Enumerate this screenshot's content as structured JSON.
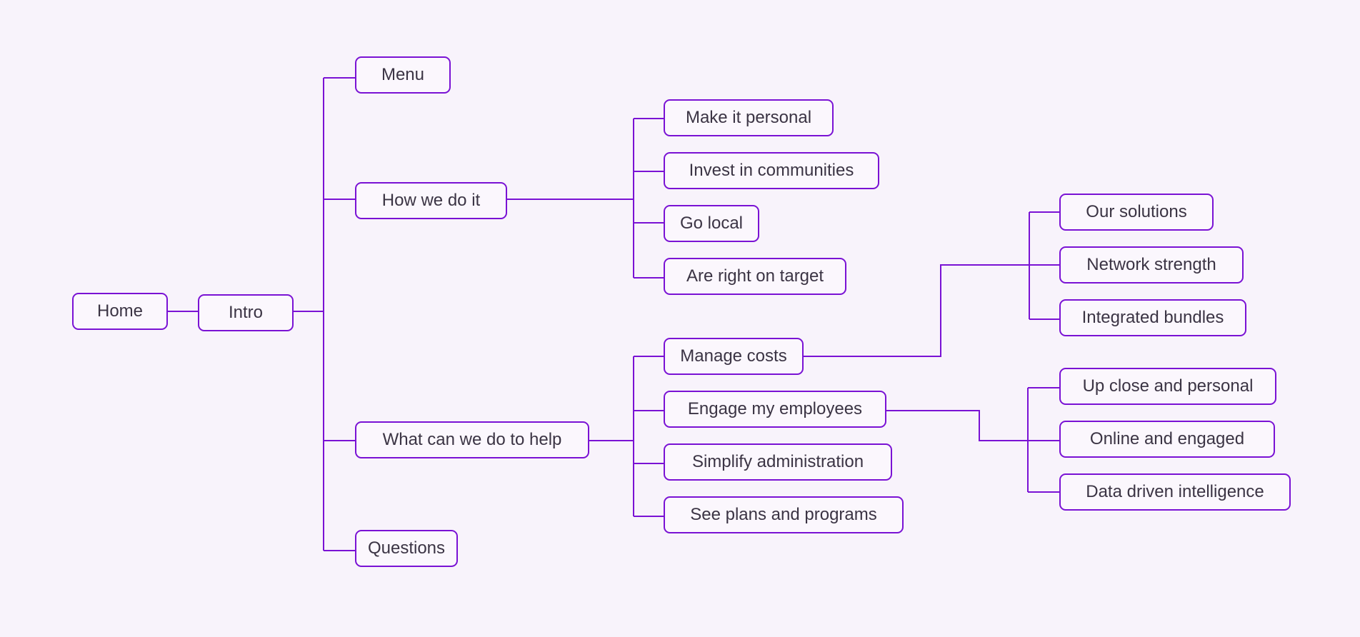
{
  "colors": {
    "background": "#f8f3fb",
    "accent": "#7a12d4",
    "text": "#3b3444"
  },
  "nodes": {
    "home": "Home",
    "intro": "Intro",
    "menu": "Menu",
    "how_we_do_it": "How we do it",
    "what_can_we_do": "What can we do to help",
    "questions": "Questions",
    "make_it_personal": "Make it personal",
    "invest_in_communities": "Invest in communities",
    "go_local": "Go local",
    "are_right_on_target": "Are right on target",
    "manage_costs": "Manage costs",
    "engage_my_employees": "Engage my employees",
    "simplify_administration": "Simplify administration",
    "see_plans_and_programs": "See plans and programs",
    "our_solutions": "Our solutions",
    "network_strength": "Network strength",
    "integrated_bundles": "Integrated bundles",
    "up_close_and_personal": "Up close and personal",
    "online_and_engaged": "Online and engaged",
    "data_driven_intelligence": "Data driven intelligence"
  }
}
